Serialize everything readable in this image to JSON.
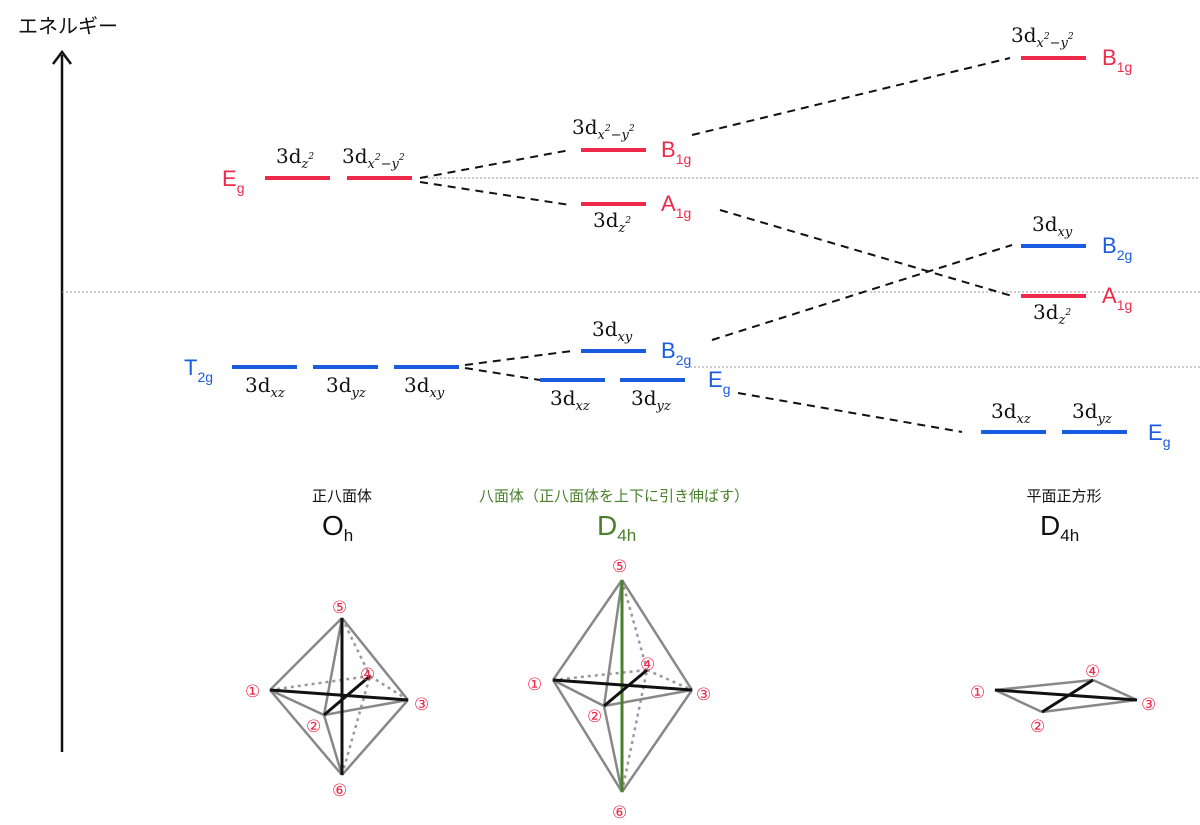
{
  "axis": {
    "label": "エネルギー"
  },
  "colors": {
    "eg_level": "#ee2a4a",
    "t2g_level": "#1a5ce0",
    "stretch_axis": "#4a7f2c",
    "vertex_label": "#ee2a4a"
  },
  "columns": {
    "oh": {
      "caption": "正八面体",
      "symbol": "O",
      "symbol_sub": "h"
    },
    "d4h_stretched": {
      "caption": "八面体（正八面体を上下に引き伸ばす）",
      "symbol": "D",
      "symbol_sub": "4h"
    },
    "d4h_square": {
      "caption": "平面正方形",
      "symbol": "D",
      "symbol_sub": "4h"
    }
  },
  "terms": {
    "oh_eg": {
      "main": "E",
      "sub": "g"
    },
    "oh_t2g": {
      "main": "T",
      "sub": "2g"
    },
    "mid_b1g": {
      "main": "B",
      "sub": "1g"
    },
    "mid_a1g": {
      "main": "A",
      "sub": "1g"
    },
    "mid_b2g": {
      "main": "B",
      "sub": "2g"
    },
    "mid_eg": {
      "main": "E",
      "sub": "g"
    },
    "sq_b1g": {
      "main": "B",
      "sub": "1g"
    },
    "sq_b2g": {
      "main": "B",
      "sub": "2g"
    },
    "sq_a1g": {
      "main": "A",
      "sub": "1g"
    },
    "sq_eg": {
      "main": "E",
      "sub": "g"
    }
  },
  "orbitals": {
    "oh_z2": {
      "base": "3d",
      "sub": "z",
      "sup": "2"
    },
    "oh_x2y2": {
      "base": "3d",
      "sub": "x",
      "sup": "2",
      "sub2": "−y",
      "sup2": "2"
    },
    "oh_xz": {
      "base": "3d",
      "sub": "xz"
    },
    "oh_yz": {
      "base": "3d",
      "sub": "yz"
    },
    "oh_xy": {
      "base": "3d",
      "sub": "xy"
    },
    "mid_x2y2": {
      "base": "3d",
      "sub": "x",
      "sup": "2",
      "sub2": "−y",
      "sup2": "2"
    },
    "mid_z2": {
      "base": "3d",
      "sub": "z",
      "sup": "2"
    },
    "mid_xy": {
      "base": "3d",
      "sub": "xy"
    },
    "mid_xz": {
      "base": "3d",
      "sub": "xz"
    },
    "mid_yz": {
      "base": "3d",
      "sub": "yz"
    },
    "sq_x2y2": {
      "base": "3d",
      "sub": "x",
      "sup": "2",
      "sub2": "−y",
      "sup2": "2"
    },
    "sq_xy": {
      "base": "3d",
      "sub": "xy"
    },
    "sq_z2": {
      "base": "3d",
      "sub": "z",
      "sup": "2"
    },
    "sq_xz": {
      "base": "3d",
      "sub": "xz"
    },
    "sq_yz": {
      "base": "3d",
      "sub": "yz"
    }
  },
  "vertices": {
    "v1": "①",
    "v2": "②",
    "v3": "③",
    "v4": "④",
    "v5": "⑤",
    "v6": "⑥"
  }
}
